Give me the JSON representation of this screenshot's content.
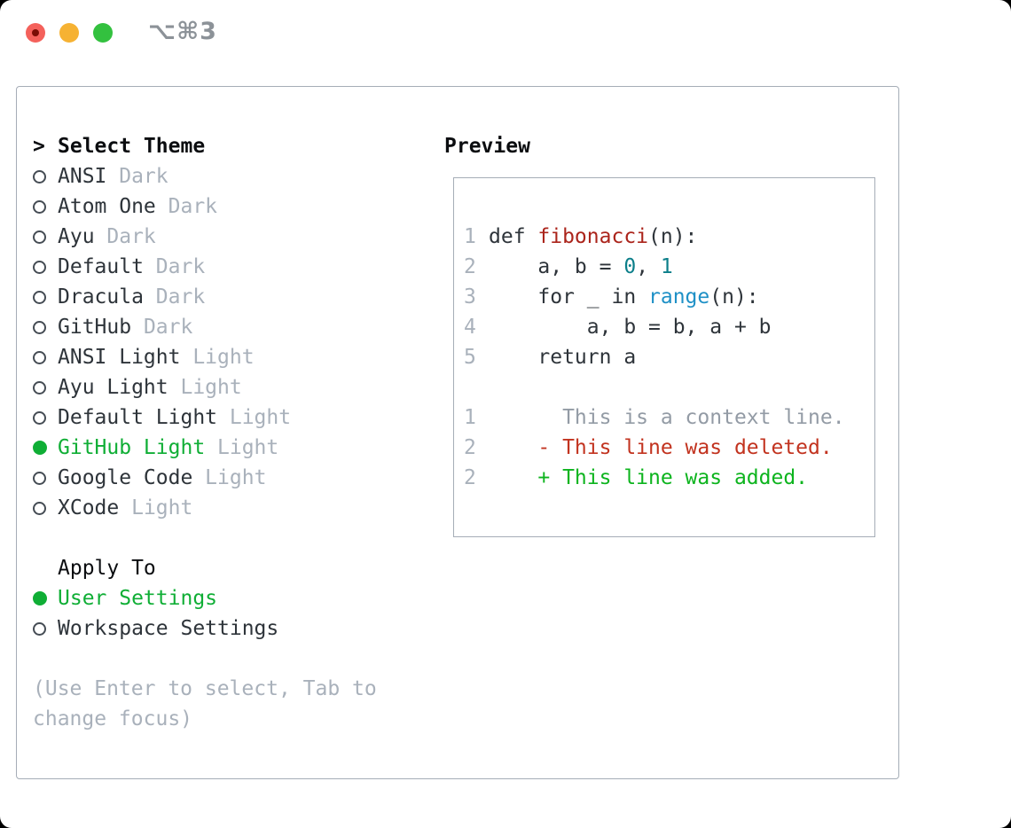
{
  "titlebar": {
    "shortcut": "⌥⌘3"
  },
  "colors": {
    "accent_green": "#0fae35",
    "added_green": "#0db41e",
    "deleted_red": "#c2331f",
    "keyword_red": "#ab241b",
    "number_teal": "#0c7f8a",
    "function_blue": "#1e90c6",
    "muted_gray": "#a9b1bb",
    "text_dark": "#2e343a",
    "border_gray": "#a5adb7",
    "traffic_red": "#f4615b",
    "traffic_yellow": "#f6b233",
    "traffic_green": "#33c13f"
  },
  "left": {
    "header_marker": ">",
    "header_label": "Select Theme",
    "themes": [
      {
        "name": "ANSI",
        "tag": "Dark",
        "selected": false
      },
      {
        "name": "Atom One",
        "tag": "Dark",
        "selected": false
      },
      {
        "name": "Ayu",
        "tag": "Dark",
        "selected": false
      },
      {
        "name": "Default",
        "tag": "Dark",
        "selected": false
      },
      {
        "name": "Dracula",
        "tag": "Dark",
        "selected": false
      },
      {
        "name": "GitHub",
        "tag": "Dark",
        "selected": false
      },
      {
        "name": "ANSI Light",
        "tag": "Light",
        "selected": false
      },
      {
        "name": "Ayu Light",
        "tag": "Light",
        "selected": false
      },
      {
        "name": "Default Light",
        "tag": "Light",
        "selected": false
      },
      {
        "name": "GitHub Light",
        "tag": "Light",
        "selected": true
      },
      {
        "name": "Google Code",
        "tag": "Light",
        "selected": false
      },
      {
        "name": "XCode",
        "tag": "Light",
        "selected": false
      }
    ],
    "apply_label": "Apply To",
    "apply_options": [
      {
        "name": "User Settings",
        "selected": true
      },
      {
        "name": "Workspace Settings",
        "selected": false
      }
    ],
    "help_lines": [
      "(Use Enter to select, Tab to",
      "change focus)"
    ]
  },
  "preview": {
    "label": "Preview",
    "lines": [
      {
        "num": "1",
        "tokens": [
          [
            "def ",
            "t-fg"
          ],
          [
            "fibonacci",
            "t-red"
          ],
          [
            "(n):",
            "t-fg"
          ]
        ]
      },
      {
        "num": "2",
        "tokens": [
          [
            "    a, b = ",
            "t-fg"
          ],
          [
            "0",
            "t-teal"
          ],
          [
            ", ",
            "t-fg"
          ],
          [
            "1",
            "t-teal"
          ]
        ]
      },
      {
        "num": "3",
        "tokens": [
          [
            "    for _ in ",
            "t-fg"
          ],
          [
            "range",
            "t-blue"
          ],
          [
            "(n):",
            "t-fg"
          ]
        ]
      },
      {
        "num": "4",
        "tokens": [
          [
            "        a, b = b, a + b",
            "t-fg"
          ]
        ]
      },
      {
        "num": "5",
        "tokens": [
          [
            "    return a",
            "t-fg"
          ]
        ]
      },
      {
        "num": "",
        "tokens": []
      },
      {
        "num": "1",
        "tokens": [
          [
            "      This is a context line.",
            "t-ctx"
          ]
        ]
      },
      {
        "num": "2",
        "tokens": [
          [
            "    ",
            "t-fg"
          ],
          [
            "- This line was deleted.",
            "t-del"
          ]
        ]
      },
      {
        "num": "2",
        "tokens": [
          [
            "    ",
            "t-fg"
          ],
          [
            "+ This line was added.",
            "t-add"
          ]
        ]
      }
    ]
  }
}
